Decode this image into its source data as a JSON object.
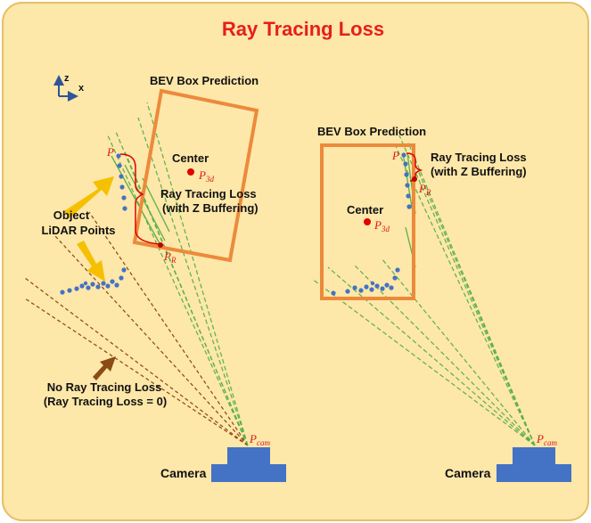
{
  "title": "Ray Tracing Loss",
  "axes": {
    "z": "z",
    "x": "x"
  },
  "left": {
    "box_label": "BEV Box Prediction",
    "center_label": "Center",
    "p3d_main": "P",
    "p3d_sub": "3d",
    "p_label": "P",
    "pr_main": "P",
    "pr_sub": "R",
    "rt_line1": "Ray Tracing Loss",
    "rt_line2": "(with Z Buffering)",
    "obj_line1": "Object",
    "obj_line2": "LiDAR Points",
    "no_line1": "No Ray Tracing Loss",
    "no_line2": "(Ray Tracing Loss = 0)",
    "pcam_main": "P",
    "pcam_sub": "cam",
    "camera_label": "Camera"
  },
  "right": {
    "box_label": "BEV Box Prediction",
    "center_label": "Center",
    "p3d_main": "P",
    "p3d_sub": "3d",
    "p_label": "P",
    "pr_main": "P",
    "pr_sub": "R",
    "rt_line1": "Ray Tracing Loss",
    "rt_line2": "(with Z Buffering)",
    "pcam_main": "P",
    "pcam_sub": "cam",
    "camera_label": "Camera"
  },
  "colors": {
    "background": "#fde7a9",
    "border": "#e3c166",
    "title": "#e61e1e",
    "box": "#ec8a3c",
    "green_ray": "#5ab04a",
    "brown_ray": "#8b4513",
    "point": "#4472c4",
    "red_marker": "#e00000",
    "camera": "#4472c4",
    "yellow_arrow": "#f5c000",
    "brown_arrow": "#8a4b14"
  }
}
